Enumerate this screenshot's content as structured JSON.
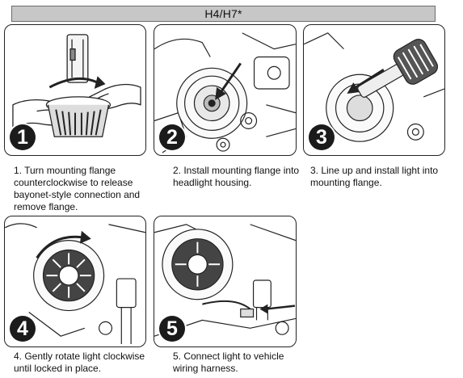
{
  "header": {
    "title": "H4/H7*"
  },
  "steps": [
    {
      "number": "1",
      "icon": "hand-turning-flange-illustration",
      "caption": "1. Turn mounting flange counterclockwise to release bayonet-style connection and remove flange."
    },
    {
      "number": "2",
      "icon": "headlight-housing-illustration",
      "caption": "2. Install mounting flange into headlight housing."
    },
    {
      "number": "3",
      "icon": "insert-light-illustration",
      "caption": "3. Line up and install light into mounting flange."
    },
    {
      "number": "4",
      "icon": "rotate-light-illustration",
      "caption": "4. Gently rotate light clockwise until locked in place."
    },
    {
      "number": "5",
      "icon": "wiring-harness-illustration",
      "caption": "5. Connect light to vehicle wiring harness."
    }
  ]
}
